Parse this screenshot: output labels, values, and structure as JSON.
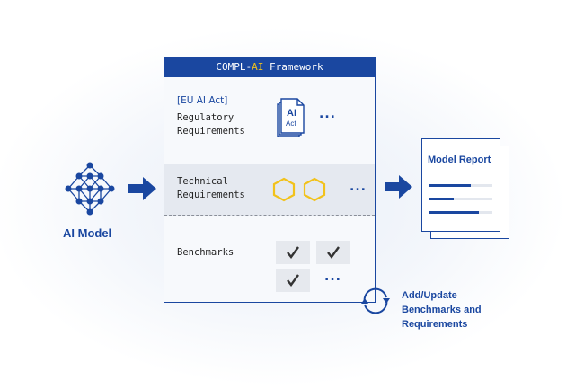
{
  "ai_model": {
    "label": "AI Model",
    "icon": "neural-network-icon"
  },
  "framework": {
    "title_prefix": "COMPL-",
    "title_highlight": "AI",
    "title_suffix": " Framework",
    "regulatory": {
      "tag": "[EU AI Act]",
      "line1": "Regulatory",
      "line2": "Requirements",
      "doc_icon_text_1": "AI",
      "doc_icon_text_2": "Act",
      "more": "..."
    },
    "technical": {
      "line1": "Technical",
      "line2": "Requirements",
      "more": "..."
    },
    "benchmarks": {
      "label": "Benchmarks",
      "more": "..."
    }
  },
  "report": {
    "title": "Model Report",
    "bars": [
      0.65,
      0.38,
      0.78
    ]
  },
  "update": {
    "line1": "Add/Update",
    "line2": "Benchmarks and",
    "line3": "Requirements"
  },
  "colors": {
    "primary": "#1a47a0",
    "accent": "#f2c21b",
    "band": "#e5e9f0"
  }
}
